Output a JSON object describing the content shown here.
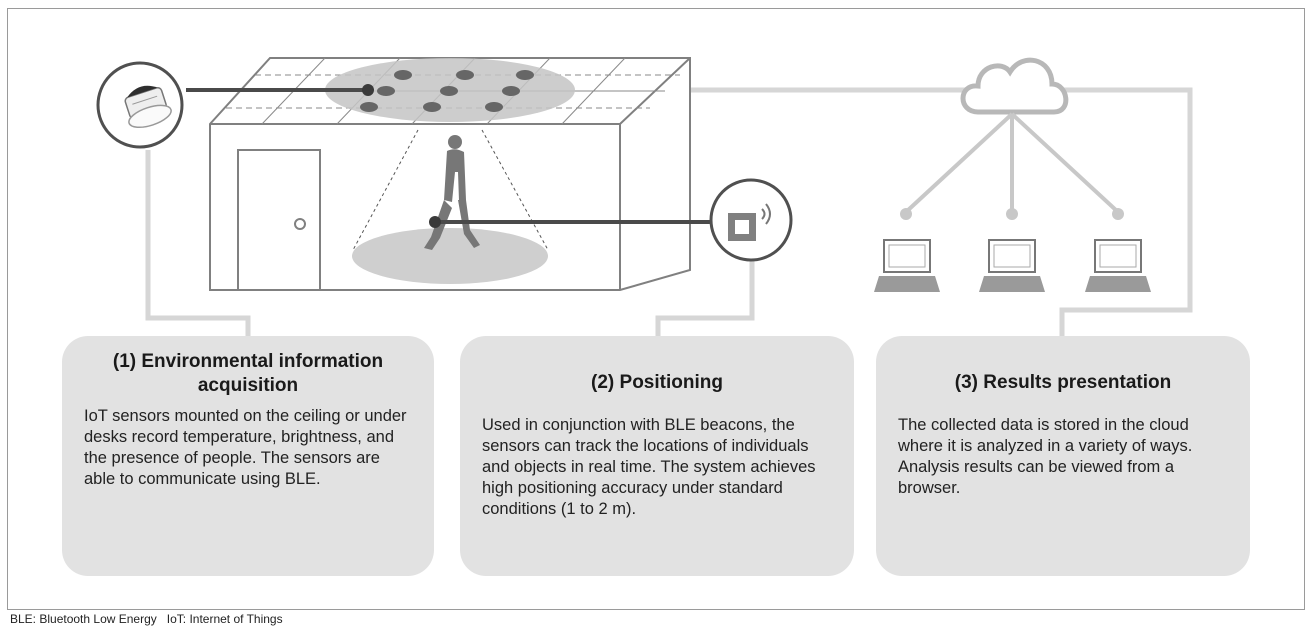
{
  "panels": [
    {
      "title": "(1) Environmental information acquisition",
      "body": "IoT sensors mounted on the ceiling or under desks record temperature, brightness, and the presence of people. The sensors are able to communicate using BLE."
    },
    {
      "title": "(2) Positioning",
      "body": "Used in conjunction with BLE beacons, the sensors can track the locations of individuals and objects in real time. The system achieves high positioning accuracy under standard conditions (1 to 2 m)."
    },
    {
      "title": "(3) Results presentation",
      "body": "The collected data is stored in the cloud where it is analyzed in a variety of ways. Analysis results can be viewed from a browser."
    }
  ],
  "footnote": "BLE: Bluetooth Low Energy   IoT: Internet of Things",
  "colors": {
    "panel_fill": "#e2e2e2",
    "connector_line": "#d4d4d4",
    "room_outline": "#808080",
    "dark_line": "#505050",
    "sensor_dot": "#606060",
    "cloud_outline": "#b8b8b8"
  },
  "icons": [
    "iot-sensor-icon",
    "ble-beacon-icon",
    "cloud-icon",
    "laptop-icon",
    "walking-person-icon",
    "door-icon"
  ]
}
